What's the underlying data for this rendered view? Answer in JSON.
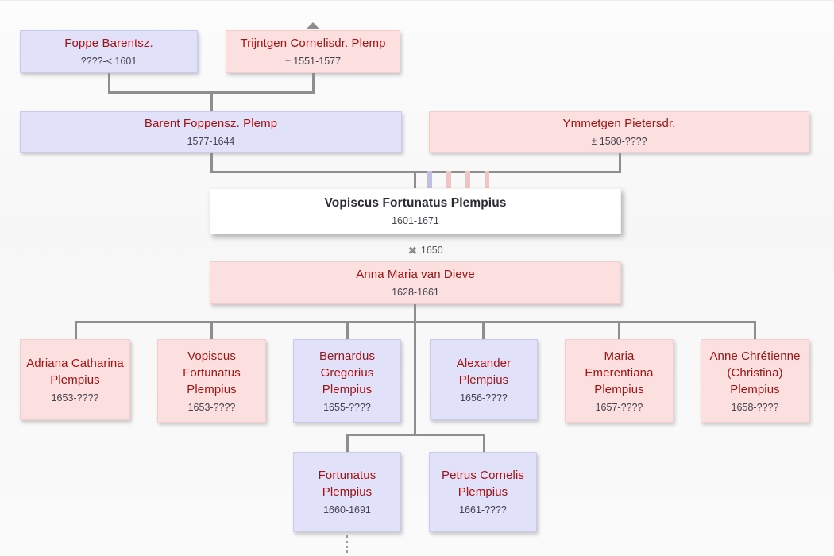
{
  "view": {
    "background_color": "#fbfbfb",
    "line_color": "#8e8e8e",
    "male_fill": "#e1e1fa",
    "female_fill": "#fcdfdf",
    "focus_fill": "#ffffff",
    "name_color": "#a01414",
    "date_color": "#44444e"
  },
  "ancestor_marker": {
    "icon": "triangle-up-icon"
  },
  "generation1": {
    "father": {
      "name": "Foppe Barentsz.",
      "dates": "????-< 1601",
      "sex": "male"
    },
    "mother": {
      "name": "Trijntgen Cornelisdr. Plemp",
      "dates": "± 1551-1577",
      "sex": "female"
    }
  },
  "generation2": {
    "father": {
      "name": "Barent Foppensz. Plemp",
      "dates": "1577-1644",
      "sex": "male"
    },
    "mother": {
      "name": "Ymmetgen Pietersdr.",
      "dates": "± 1580-????",
      "sex": "female"
    }
  },
  "focus_person": {
    "name": "Vopiscus Fortunatus Plempius",
    "dates": "1601-1671"
  },
  "siblings_markers": [
    {
      "sex": "male",
      "color": "#bfbfe2"
    },
    {
      "sex": "female",
      "color": "#efc4c4"
    },
    {
      "sex": "female",
      "color": "#efc4c4"
    },
    {
      "sex": "female",
      "color": "#efc4c4"
    }
  ],
  "marriage": {
    "symbol": "✖",
    "year": "1650"
  },
  "spouse": {
    "name": "Anna Maria van Dieve",
    "dates": "1628-1661",
    "sex": "female"
  },
  "children": [
    {
      "name": "Adriana Catharina Plempius",
      "dates": "1653-????",
      "sex": "female"
    },
    {
      "name": "Vopiscus Fortunatus Plempius",
      "dates": "1653-????",
      "sex": "female"
    },
    {
      "name": "Bernardus Gregorius Plempius",
      "dates": "1655-????",
      "sex": "male"
    },
    {
      "name": "Alexander Plempius",
      "dates": "1656-????",
      "sex": "male"
    },
    {
      "name": "Maria Emerentiana Plempius",
      "dates": "1657-????",
      "sex": "female"
    },
    {
      "name": "Anne Chrétienne (Christina) Plempius",
      "dates": "1658-????",
      "sex": "female"
    }
  ],
  "grandchildren": [
    {
      "name": "Fortunatus Plempius",
      "dates": "1660-1691",
      "sex": "male",
      "has_more_descendants": true
    },
    {
      "name": "Petrus Cornelis Plempius",
      "dates": "1661-????",
      "sex": "male",
      "has_more_descendants": false
    }
  ]
}
